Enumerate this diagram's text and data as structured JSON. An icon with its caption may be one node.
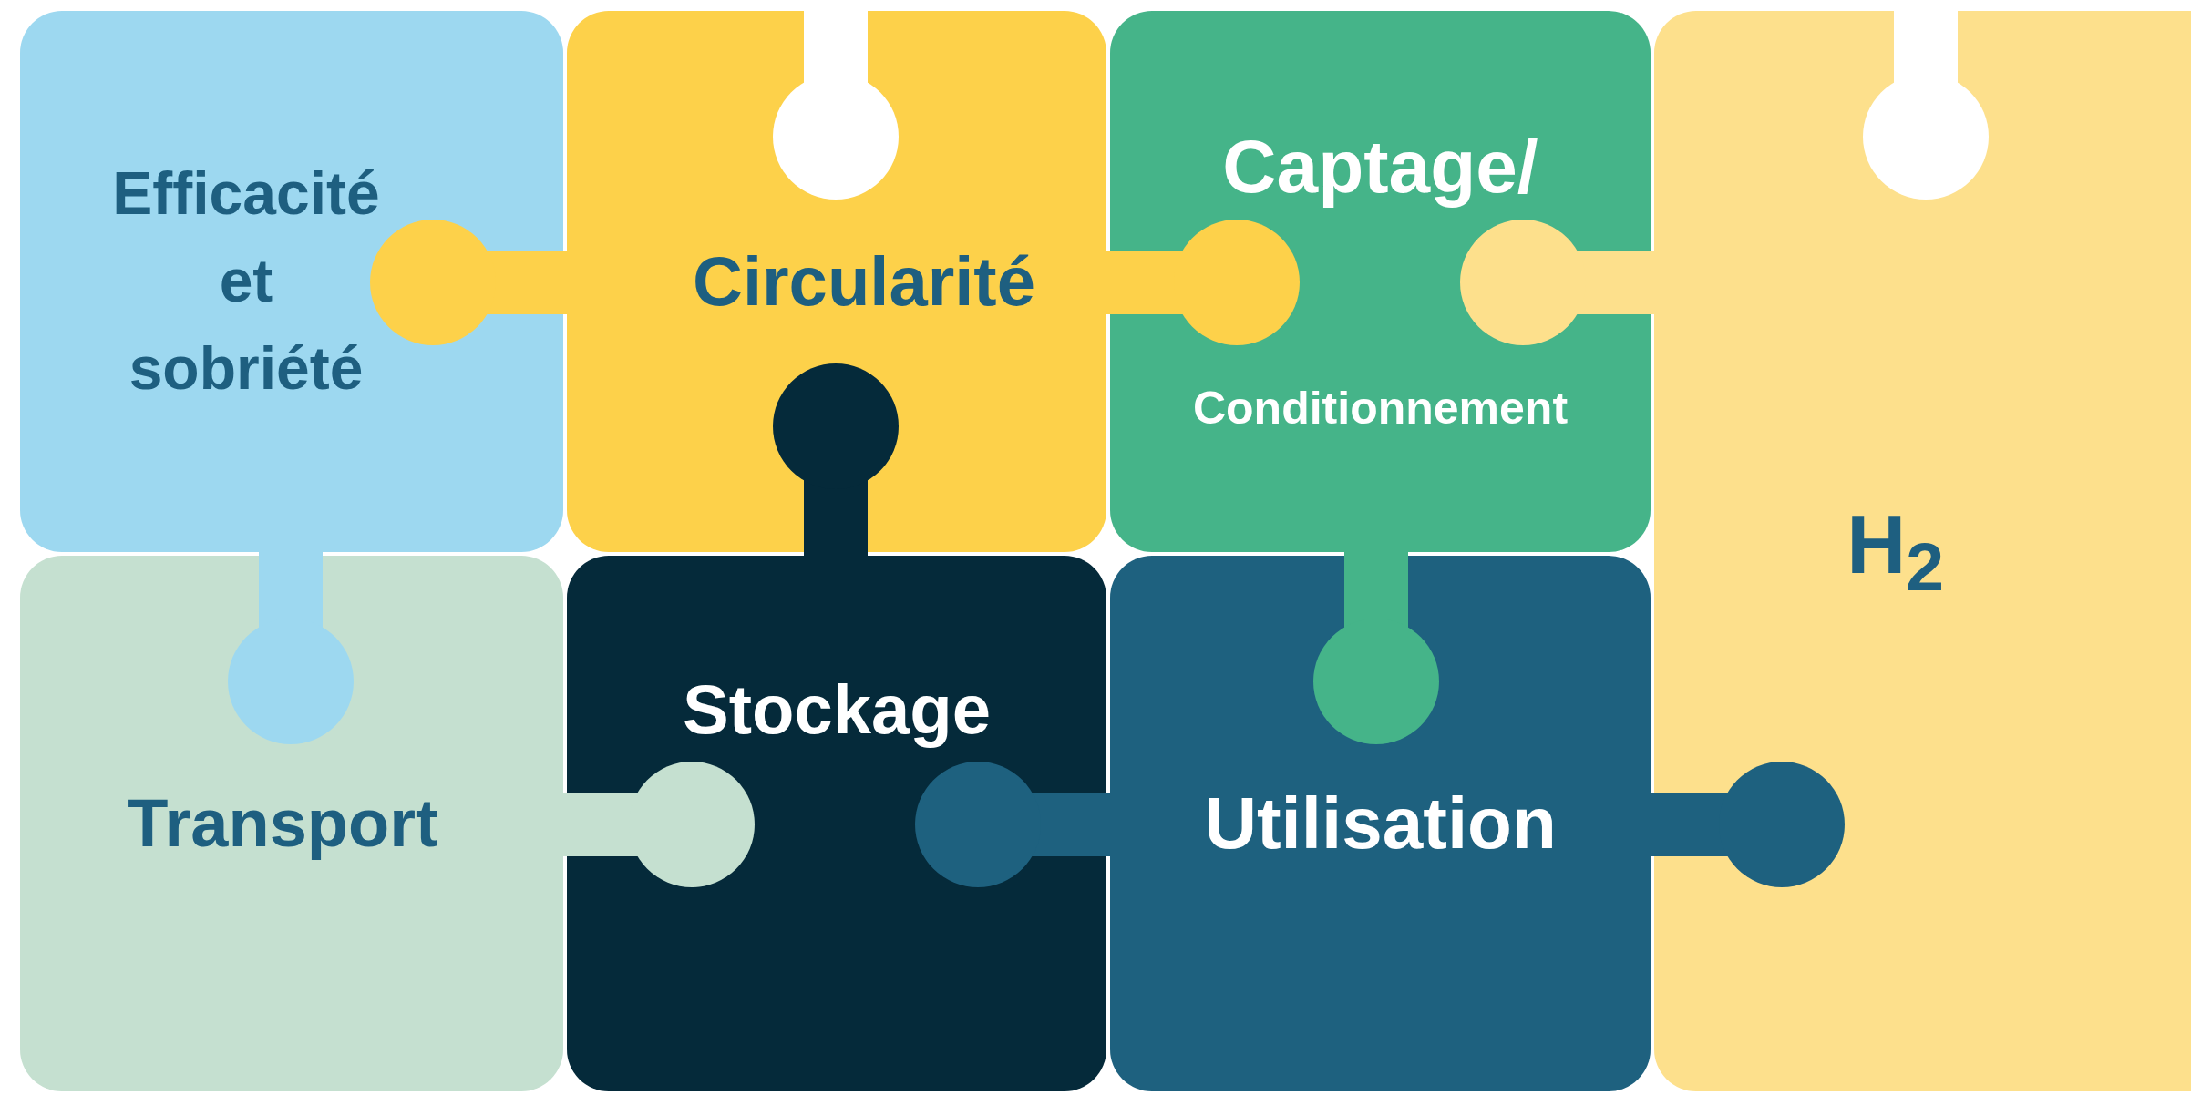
{
  "diagram": {
    "nodes": [
      {
        "text": [
          "Efficacité et sobriété"
        ]
      },
      {
        "text": [
          "Circularité"
        ]
      },
      {
        "text": [
          "Captage/",
          "Conditionnement"
        ]
      },
      {
        "text": [
          "H$_{2}$"
        ]
      },
      {
        "text": [
          "Transport"
        ]
      },
      {
        "text": [
          "Stockage"
        ]
      },
      {
        "text": [
          "Utilisation"
        ]
      }
    ]
  }
}
